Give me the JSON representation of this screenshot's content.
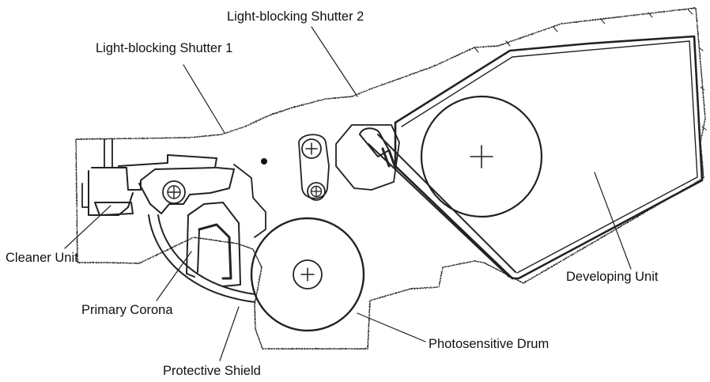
{
  "labels": {
    "shutter1": "Light-blocking Shutter 1",
    "shutter2": "Light-blocking Shutter 2",
    "cleaner": "Cleaner Unit",
    "primary_corona": "Primary Corona",
    "protective_shield": "Protective Shield",
    "photosensitive_drum": "Photosensitive Drum",
    "developing_unit": "Developing Unit"
  }
}
